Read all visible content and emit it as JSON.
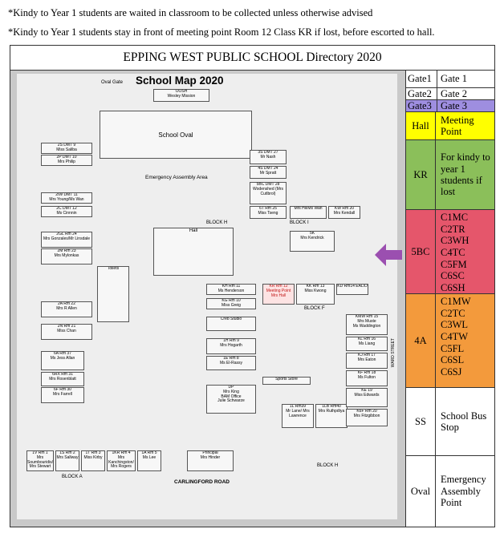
{
  "notes": [
    "*Kindy to Year 1 students are waited in classroom to be collected unless otherwise advised",
    "*Kindy to Year 1 students stay in front of meeting point Room 12 Class KR if lost, before escorted to hall."
  ],
  "title": "EPPING WEST PUBLIC SCHOOL Directory 2020",
  "map": {
    "heading": "School Map 2020",
    "oval_gate": "Oval Gate",
    "oosh": "OOSH\nWesley Mission",
    "school_oval": "School Oval",
    "assembly": "Emergency Assembly Area",
    "hall": "Hall",
    "block_h": "BLOCK H",
    "block_i": "BLOCK I",
    "block_f": "BLOCK F",
    "block_a": "BLOCK A",
    "block_h2": "BLOCK H",
    "carlingford": "CARLINGFORD ROAD",
    "ward_street": "WARD STREET",
    "rooms": {
      "r2s": "2S DMT 9\nMiss Saliba",
      "r2p": "2P DMT 10\nMrs Philip",
      "r2iw": "2IW DMT 11\nMrs Young/Ms Wan",
      "r2c": "2C DMT 12\nMs Cinnnin",
      "r2gl": "2GL Rm 24\nMrs Gonzales/Mr Linsdale",
      "r2m": "2M Rm 23\nMrs Mylonkas",
      "r2a": "2A Rm 22\nMrs R Allen",
      "r2n": "2N Rm 21\nMiss Chan",
      "r6a": "6A Rm 37\nMs Jess Allan",
      "r6rx": "6RX Rm 31\nMrs Rosenblatt",
      "r6f": "6F Rm 30\nMrs Farrell",
      "r1v": "1V Rm 1\nMrs Soumbouridis/ Mrs Stewart",
      "r1s": "1S Rm 2\nMrs Sallway",
      "r1t": "1T Rm 3\nMiss Kirby",
      "r1kr": "1KR Rm 4\nMrs Kanchingston/ Mrs Rogers",
      "r1a": "1A Rm 5\nMs Lee",
      "rkh": "KH Rm 11\nMs Henderson",
      "rkg": "KG Rm 10\nMiss Greig",
      "r1h": "1H Rm 9\nMrs Hogarth",
      "r1e": "1E Rm 8\nMs El-Rassy",
      "rkr": "KR Rm 12\nMeeting Point\nMrs Hall",
      "rkk": "KK Rm 13\nMiss Kwong",
      "rkd": "KD Rm14 EAL/D",
      "rkmw": "KMW Rm 15\nMrs Muste\nMs Waddington",
      "rkl": "KL Rm 16\nMs Liang",
      "rkj": "KJ Rm 17\nMrs Eaton",
      "rkf": "KF Rm 18\nMs Fulton",
      "rke": "KE 19\nMiss Edwards",
      "rk6f": "K6F Rm 20\nMrs Fitzgibbon",
      "r5bc": "5BC DMT 28\nWodenshed (Mrs Cutlbrol)",
      "r6t": "6T Rm 25\nMiss Tseng",
      "rhw": "Mrs Hii/Ms Wan",
      "r5k": "5K\nMrs Kendrick",
      "r3s": "3S DMT 27\nMr Nash",
      "r4s": "4S DMT 24\nMr Spratt",
      "rkw": "KW Rm 20\nMrs Kendall",
      "r1l": "1L Rm39\nMr Lane/ Mrs Lawrence",
      "r1lb": "1LB Rm40\nMrs Ruthpdtya",
      "rprin": "Principal\nMrs Hinder",
      "rcreb": "Creb Studio",
      "rdf": "DP\nMrs King\nBAM Office\nJulie Schwarze",
      "rsports": "Sports Store",
      "rtoilets": "Toilets"
    }
  },
  "legend": [
    {
      "code": "Gate1",
      "label": "Gate 1",
      "color": "#ffffff"
    },
    {
      "code": "Gate2",
      "label": "Gate 2",
      "color": "#ffffff"
    },
    {
      "code": "Gate3",
      "label": "Gate 3",
      "color": "#9e8ee0"
    },
    {
      "code": "Hall",
      "label": "Meeting Point",
      "color": "#ffff00"
    },
    {
      "code": "KR",
      "label": "For kindy to year 1 students if lost",
      "color": "#8bbf5a"
    },
    {
      "code": "5BC",
      "classes": [
        "C1MC",
        "C2TR",
        "C3WH",
        "C4TC",
        "C5FM",
        "C6SC",
        "C6SH"
      ],
      "color": "#e5566b"
    },
    {
      "code": "4A",
      "classes": [
        "C1MW",
        "C2TC",
        "C3WL",
        "C4TW",
        "C5FL",
        "C6SL",
        "C6SJ"
      ],
      "color": "#f39a3c"
    },
    {
      "code": "SS",
      "label": "School Bus Stop",
      "color": "#ffffff"
    },
    {
      "code": "Oval",
      "label": "Emergency Assembly Point",
      "color": "#ffffff"
    }
  ]
}
